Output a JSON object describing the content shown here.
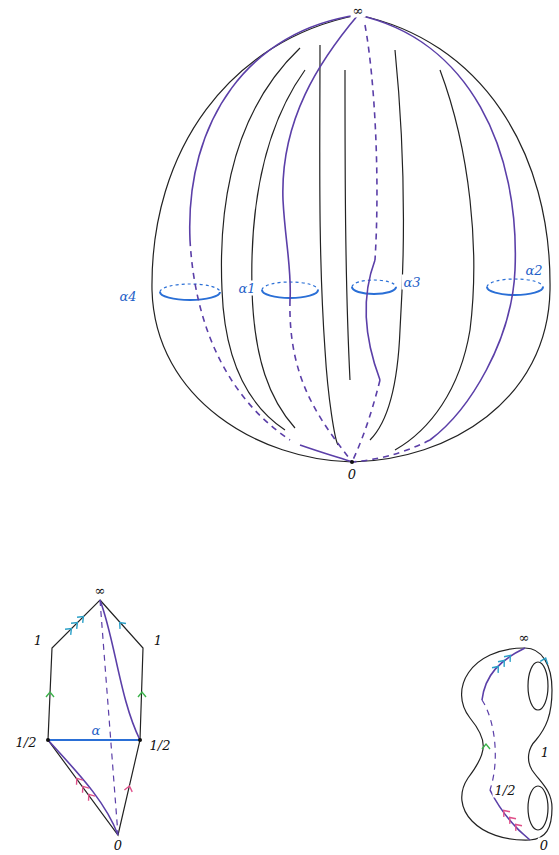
{
  "diagram": {
    "labels": [
      "∞",
      "α4",
      "α1",
      "α3",
      "α2",
      "0",
      "∞",
      "1",
      "1",
      "α",
      "1/2",
      "1/2",
      "0",
      "∞",
      "1",
      "1/2",
      "0"
    ]
  }
}
